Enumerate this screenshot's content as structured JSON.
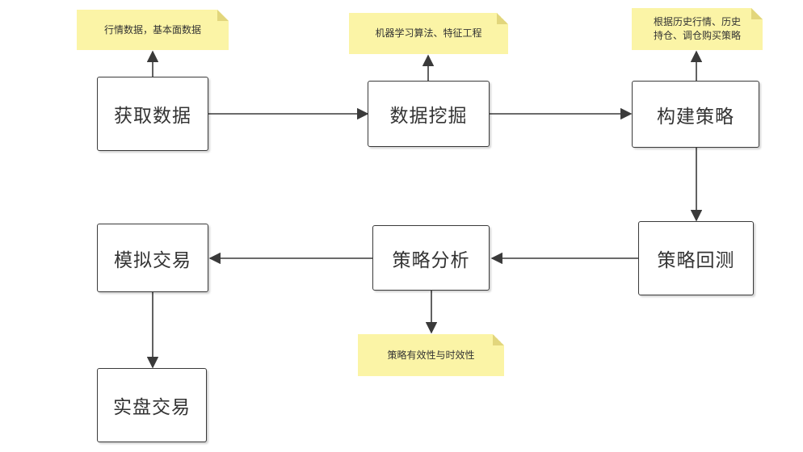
{
  "nodes": {
    "fetch_data": "获取数据",
    "data_mining": "数据挖掘",
    "build_strategy": "构建策略",
    "backtest": "策略回测",
    "strategy_analysis": "策略分析",
    "simulated_trading": "模拟交易",
    "live_trading": "实盘交易"
  },
  "notes": {
    "fetch_data": "行情数据，基本面数据",
    "data_mining": "机器学习算法、特征工程",
    "build_strategy_line1": "根据历史行情、历史",
    "build_strategy_line2": "持仓、调仓购买策略",
    "strategy_analysis": "策略有效性与时效性"
  },
  "colors": {
    "box_border": "#3a3a3a",
    "note_fill": "#fbf4a6",
    "arrow": "#3a3a3a",
    "text": "#333333"
  }
}
